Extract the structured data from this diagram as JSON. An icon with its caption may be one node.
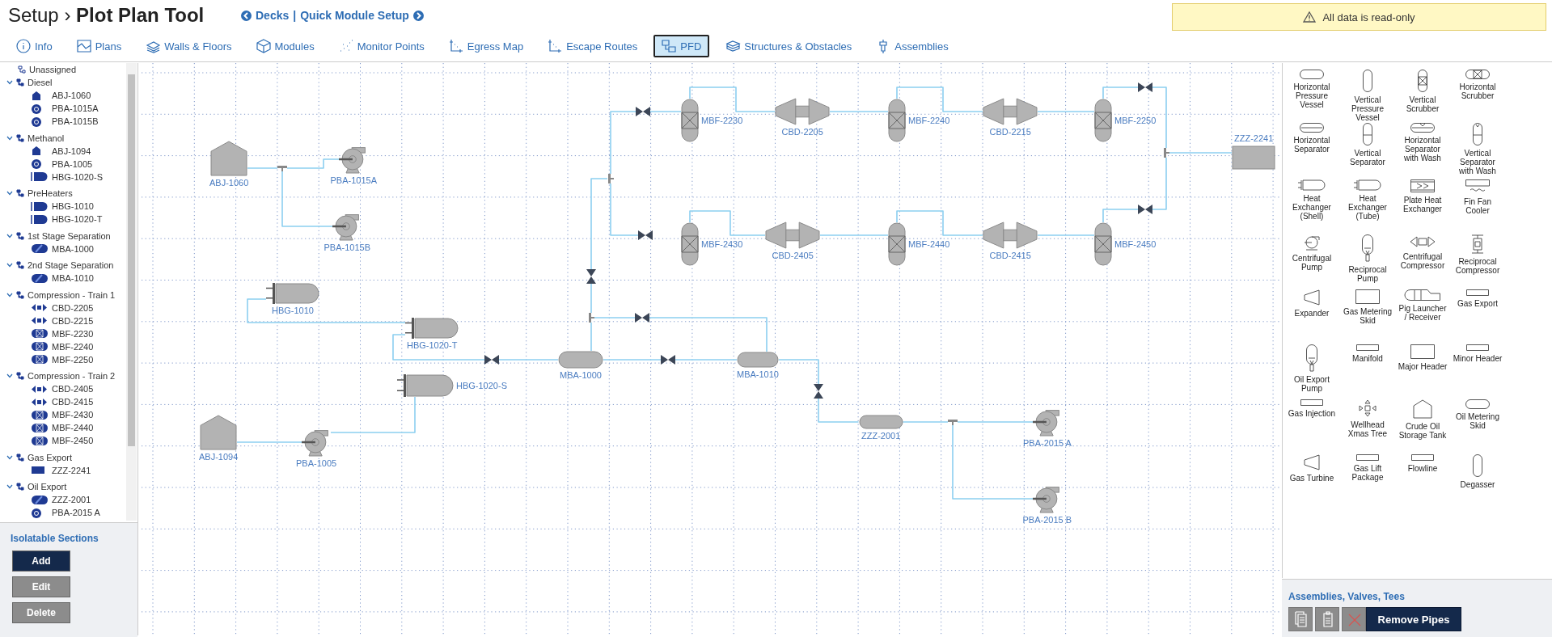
{
  "diagram": {
    "title": "Setup › **Plot Plan Tool**",
    "nodes": [
      {
        "text": [
          "ABJ-1060"
        ]
      },
      {
        "text": [],
        "shape": "tee"
      },
      {
        "text": [
          "PBA-1015A"
        ]
      },
      {
        "text": [
          "PBA-1015B"
        ]
      },
      {
        "text": [
          "HBG-1010"
        ]
      },
      {
        "text": [
          "HBG-1020-T"
        ]
      },
      {
        "text": [],
        "shape": "valve"
      },
      {
        "text": [
          "HBG-1020-S"
        ]
      },
      {
        "text": [
          "ABJ-1094"
        ]
      },
      {
        "text": [
          "PBA-1005"
        ]
      },
      {
        "text": [
          "MBA-1000"
        ]
      },
      {
        "text": [],
        "shape": "tee"
      },
      {
        "text": [],
        "shape": "valve"
      },
      {
        "text": [],
        "shape": "valve"
      },
      {
        "text": [],
        "shape": "tee"
      },
      {
        "text": [],
        "shape": "valve"
      },
      {
        "text": [],
        "shape": "valve"
      },
      {
        "text": [
          "MBF-2230"
        ]
      },
      {
        "text": [
          "CBD-2205"
        ]
      },
      {
        "text": [
          "MBF-2240"
        ]
      },
      {
        "text": [
          "CBD-2215"
        ]
      },
      {
        "text": [
          "MBF-2250"
        ]
      },
      {
        "text": [],
        "shape": "valve"
      },
      {
        "text": [
          "MBF-2430"
        ]
      },
      {
        "text": [
          "CBD-2405"
        ]
      },
      {
        "text": [
          "MBF-2440"
        ]
      },
      {
        "text": [
          "CBD-2415"
        ]
      },
      {
        "text": [
          "MBF-2450"
        ]
      },
      {
        "text": [],
        "shape": "valve"
      },
      {
        "text": [],
        "shape": "tee"
      },
      {
        "text": [
          "ZZZ-2241"
        ]
      },
      {
        "text": [],
        "shape": "valve"
      },
      {
        "text": [
          "MBA-1010"
        ]
      },
      {
        "text": [],
        "shape": "valve"
      },
      {
        "text": [
          "ZZZ-2001"
        ]
      },
      {
        "text": [],
        "shape": "tee"
      },
      {
        "text": [
          "PBA-2015 A"
        ]
      },
      {
        "text": [
          "PBA-2015 B"
        ]
      }
    ],
    "edges": [
      {
        "from": 0,
        "to": 1,
        "arrow": "none"
      },
      {
        "from": 1,
        "to": 2,
        "arrow": "none"
      },
      {
        "from": 1,
        "to": 3,
        "arrow": "none"
      },
      {
        "from": 4,
        "to": 5,
        "arrow": "none"
      },
      {
        "from": 5,
        "to": 6,
        "arrow": "none"
      },
      {
        "from": 6,
        "to": 10,
        "arrow": "none"
      },
      {
        "from": 8,
        "to": 9,
        "arrow": "none"
      },
      {
        "from": 9,
        "to": 7,
        "arrow": "none"
      },
      {
        "from": 10,
        "to": 11,
        "arrow": "none"
      },
      {
        "from": 11,
        "to": 12,
        "arrow": "none"
      },
      {
        "from": 12,
        "to": 32,
        "arrow": "none"
      },
      {
        "from": 11,
        "to": 13,
        "arrow": "none"
      },
      {
        "from": 13,
        "to": 14,
        "arrow": "none"
      },
      {
        "from": 14,
        "to": 15,
        "arrow": "none"
      },
      {
        "from": 14,
        "to": 16,
        "arrow": "none"
      },
      {
        "from": 15,
        "to": 17,
        "arrow": "none"
      },
      {
        "from": 17,
        "to": 18,
        "arrow": "none"
      },
      {
        "from": 18,
        "to": 19,
        "arrow": "none"
      },
      {
        "from": 19,
        "to": 20,
        "arrow": "none"
      },
      {
        "from": 20,
        "to": 21,
        "arrow": "none"
      },
      {
        "from": 21,
        "to": 22,
        "arrow": "none"
      },
      {
        "from": 22,
        "to": 29,
        "arrow": "none"
      },
      {
        "from": 23,
        "to": 24,
        "arrow": "none"
      },
      {
        "from": 24,
        "to": 25,
        "arrow": "none"
      },
      {
        "from": 25,
        "to": 26,
        "arrow": "none"
      },
      {
        "from": 26,
        "to": 27,
        "arrow": "none"
      },
      {
        "from": 27,
        "to": 28,
        "arrow": "none"
      },
      {
        "from": 28,
        "to": 29,
        "arrow": "none"
      },
      {
        "from": 29,
        "to": 30,
        "arrow": "none"
      },
      {
        "from": 10,
        "to": 31,
        "arrow": "none"
      },
      {
        "from": 31,
        "to": 32,
        "arrow": "none"
      },
      {
        "from": 32,
        "to": 33,
        "arrow": "none"
      },
      {
        "from": 33,
        "to": 34,
        "arrow": "none"
      },
      {
        "from": 34,
        "to": 35,
        "arrow": "none"
      },
      {
        "from": 35,
        "to": 36,
        "arrow": "none"
      },
      {
        "from": 35,
        "to": 37,
        "arrow": "none"
      }
    ],
    "labels": [
      "Decks",
      "|",
      "Quick Module Setup",
      "All data is read-only",
      "Info",
      "Plans",
      "Walls & Floors",
      "Modules",
      "Monitor Points",
      "Egress Map",
      "Escape Routes",
      "PFD",
      "Structures & Obstacles",
      "Assemblies",
      "Unassigned",
      "Diesel",
      "ABJ-1060",
      "PBA-1015A",
      "PBA-1015B",
      "Methanol",
      "ABJ-1094",
      "PBA-1005",
      "HBG-1020-S",
      "PreHeaters",
      "HBG-1010",
      "HBG-1020-T",
      "1st Stage Separation",
      "MBA-1000",
      "2nd Stage Separation",
      "MBA-1010",
      "Compression - Train 1",
      "CBD-2205",
      "CBD-2215",
      "MBF-2230",
      "MBF-2240",
      "MBF-2250",
      "Compression - Train 2",
      "CBD-2405",
      "CBD-2415",
      "MBF-2430",
      "MBF-2440",
      "MBF-2450",
      "Gas Export",
      "ZZZ-2241",
      "Oil Export",
      "ZZZ-2001",
      "PBA-2015 A",
      "Isolatable Sections",
      "Add",
      "Edit",
      "Delete",
      "Horizontal Pressure Vessel",
      "Vertical Pressure Vessel",
      "Vertical Scrubber",
      "Horizontal Scrubber",
      "Horizontal Separator",
      "Vertical Separator",
      "Horizontal Separator with Wash",
      "Vertical Separator with Wash",
      "Heat Exchanger (Shell)",
      "Heat Exchanger (Tube)",
      "Plate Heat Exchanger",
      "Fin Fan Cooler",
      "Centrifugal Pump",
      "Reciprocal Pump",
      "Centrifugal Compressor",
      "Reciprocal Compressor",
      "Expander",
      "Gas Metering Skid",
      "Pig Launcher / Receiver",
      "Gas Export",
      "Oil Export Pump",
      "Manifold",
      "Major Header",
      "Minor Header",
      "Gas Injection",
      "Wellhead Xmas Tree",
      "Crude Oil Storage Tank",
      "Oil Metering Skid",
      "Gas Turbine",
      "Gas Lift Package",
      "Flowline",
      "Degasser",
      "Assemblies, Valves, Tees",
      "Remove Pipes"
    ]
  }
}
